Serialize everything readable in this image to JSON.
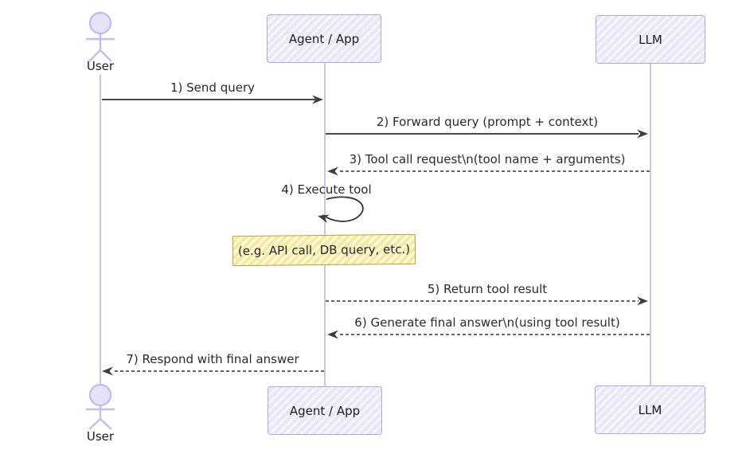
{
  "diagram": {
    "type": "sequence-diagram",
    "style": "hand-drawn-sketch",
    "actors": [
      {
        "id": "user",
        "type": "actor",
        "label": "User"
      },
      {
        "id": "agent",
        "type": "participant",
        "label": "Agent / App"
      },
      {
        "id": "llm",
        "type": "participant",
        "label": "LLM"
      }
    ],
    "messages": [
      {
        "seq": "1",
        "from": "User",
        "to": "Agent / App",
        "label": "1) Send query",
        "line": "solid",
        "direction": "right"
      },
      {
        "seq": "2",
        "from": "Agent / App",
        "to": "LLM",
        "label": "2) Forward query (prompt + context)",
        "line": "solid",
        "direction": "right"
      },
      {
        "seq": "3",
        "from": "LLM",
        "to": "Agent / App",
        "label": "3) Tool call request\\n(tool name + arguments)",
        "line": "dashed",
        "direction": "left"
      },
      {
        "seq": "4",
        "from": "Agent / App",
        "to": "Agent / App",
        "label": "4) Execute tool",
        "line": "self-loop",
        "direction": "self"
      },
      {
        "seq": "5",
        "from": "Agent / App",
        "to": "LLM",
        "label": "5) Return tool result",
        "line": "dashed",
        "direction": "right"
      },
      {
        "seq": "6",
        "from": "LLM",
        "to": "Agent / App",
        "label": "6) Generate final answer\\n(using tool result)",
        "line": "dashed",
        "direction": "left"
      },
      {
        "seq": "7",
        "from": "Agent / App",
        "to": "User",
        "label": "7) Respond with final answer",
        "line": "dashed",
        "direction": "left"
      }
    ],
    "note": {
      "label": "(e.g. API call, DB query, etc.)",
      "attached_to": "Agent / App"
    },
    "colors": {
      "background": "#ffffff",
      "participant_fill": "#e8e8f9",
      "participant_border": "#b0a7e2",
      "lifeline": "#cbc4f0",
      "actor_stroke": "#c6bcec",
      "note_fill": "#fcf4c3",
      "note_border": "#b3a33c",
      "message_line": "#333333",
      "text": "#212121"
    }
  }
}
